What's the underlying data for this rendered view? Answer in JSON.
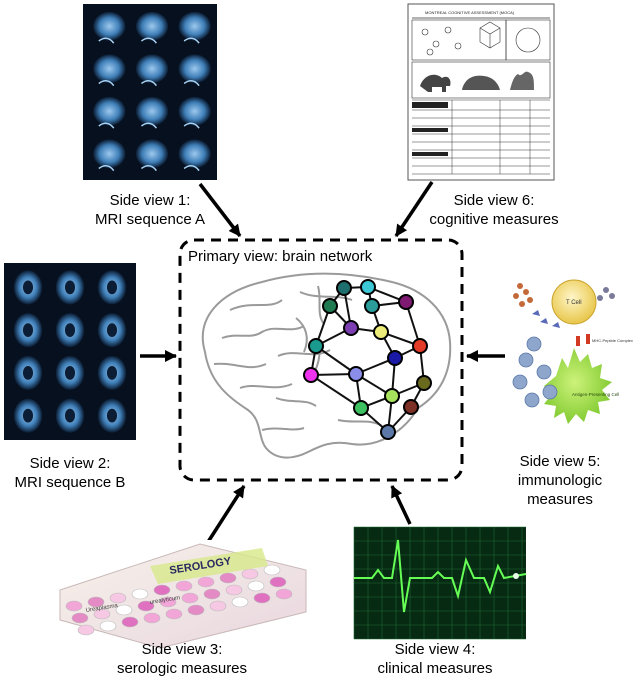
{
  "primary_view": {
    "title": "Primary view: brain network"
  },
  "side_views": [
    {
      "id": "mri-a",
      "title": "Side view 1:",
      "subtitle": "MRI sequence A",
      "image": "sagittal-mri-grid"
    },
    {
      "id": "mri-b",
      "title": "Side view 2:",
      "subtitle": "MRI sequence B",
      "image": "axial-mri-grid"
    },
    {
      "id": "serologic",
      "title": "Side view 3:",
      "subtitle": "serologic measures",
      "image": "serology-test-tray",
      "image_text": [
        "SEROLOGY",
        "Ureaplasma",
        "urealyticum"
      ]
    },
    {
      "id": "clinical",
      "title": "Side view 4:",
      "subtitle": "clinical measures",
      "image": "ecg-monitor-trace"
    },
    {
      "id": "immunologic",
      "title": "Side view 5:",
      "subtitle_lines": [
        "immunologic",
        "measures"
      ],
      "image": "t-cell-antigen-diagram",
      "image_text": [
        "T Cell",
        "Antigen-Presenting Cell",
        "MHC-Peptide Complex"
      ]
    },
    {
      "id": "cognitive",
      "title": "Side view 6:",
      "subtitle": "cognitive measures",
      "image": "cognitive-assessment-form",
      "image_text": [
        "MONTREAL COGNITIVE ASSESSMENT (MOCA)"
      ]
    }
  ],
  "colors": {
    "mri_bg": "#06101e",
    "mri_tissue": "#4a8ec4",
    "ecg_bg": "#062a12",
    "ecg_line": "#66ff55",
    "ecg_grid": "#1f6a35",
    "tcell": "#f0d060",
    "apc": "#8fd638",
    "antibody": "#c46a3a",
    "network_edge": "#111111"
  },
  "network_node_colors": [
    "#1e6e6e",
    "#3cc9d6",
    "#1f7a52",
    "#7e1a72",
    "#2a9d9a",
    "#7c3fb2",
    "#ecec7a",
    "#1a9a8e",
    "#e23c28",
    "#1a1aa6",
    "#ee32ee",
    "#8a8ee8",
    "#6a6a1e",
    "#a6e25c",
    "#3cc060",
    "#7c3026",
    "#5c78a8",
    "#2f8fd8"
  ]
}
